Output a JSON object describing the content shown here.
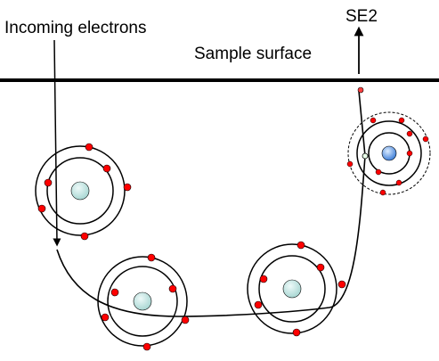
{
  "labels": {
    "incoming": "Incoming electrons",
    "surface": "Sample surface",
    "se2": "SE2"
  },
  "colors": {
    "electron": "#ff0000",
    "nucleus": "#bfe3e0",
    "nucleus_target": "#6fa8ee",
    "line": "#000000"
  }
}
